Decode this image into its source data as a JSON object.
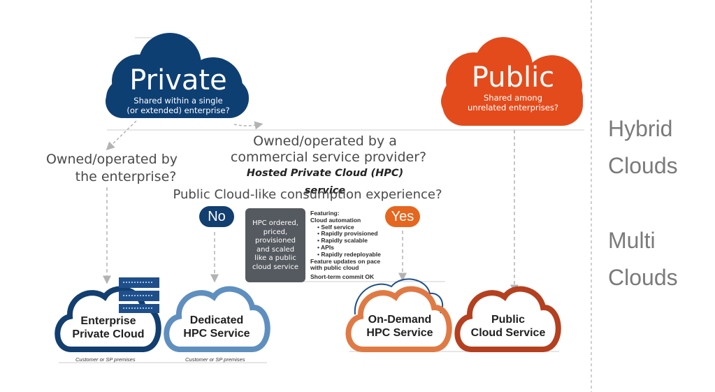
{
  "private": {
    "title": "Private",
    "subtitle_1": "Shared within a single",
    "subtitle_2": "(or extended) enterprise?"
  },
  "public": {
    "title": "Public",
    "subtitle_1": "Shared among",
    "subtitle_2": "unrelated enterprises?"
  },
  "questions": {
    "enterprise_1": "Owned/operated by",
    "enterprise_2": "the enterprise?",
    "provider_1": "Owned/operated by a",
    "provider_2": "commercial service provider?",
    "hpc": "Hosted Private Cloud (HPC) service",
    "consumption": "Public Cloud-like consumption experience?"
  },
  "pills": {
    "no": "No",
    "yes": "Yes"
  },
  "hpc_box": [
    "HPC ordered,",
    "priced,",
    "provisioned",
    "and scaled",
    "like a public",
    "cloud service"
  ],
  "features": {
    "heading": "Featuring:",
    "automation": "Cloud automation",
    "bullets": [
      "• Self service",
      "• Rapidly provisioned",
      "• Rapidly scalable",
      "• APIs",
      "• Rapidly redeployable"
    ],
    "updates_1": "Feature updates on pace",
    "updates_2": "with public cloud",
    "commit": "Short-term commit OK"
  },
  "services": {
    "enterprise_1": "Enterprise",
    "enterprise_2": "Private Cloud",
    "dedicated_1": "Dedicated",
    "dedicated_2": "HPC Service",
    "ondemand_1": "On-Demand",
    "ondemand_2": "HPC Service",
    "public_1": "Public",
    "public_2": "Cloud Service"
  },
  "premises_label": "Customer or SP premises",
  "sidebar": {
    "hybrid_1": "Hybrid",
    "hybrid_2": "Clouds",
    "multi_1": "Multi",
    "multi_2": "Clouds"
  },
  "colors": {
    "private_blue": "#0e3f73",
    "public_orange": "#e34b1c",
    "dedicated_blue": "#5f8fbf",
    "ondemand_orange": "#e07a45",
    "public_service_red": "#b4401f",
    "gray_box": "#555a60",
    "no_pill": "#123e70",
    "yes_pill": "#e5661f"
  }
}
